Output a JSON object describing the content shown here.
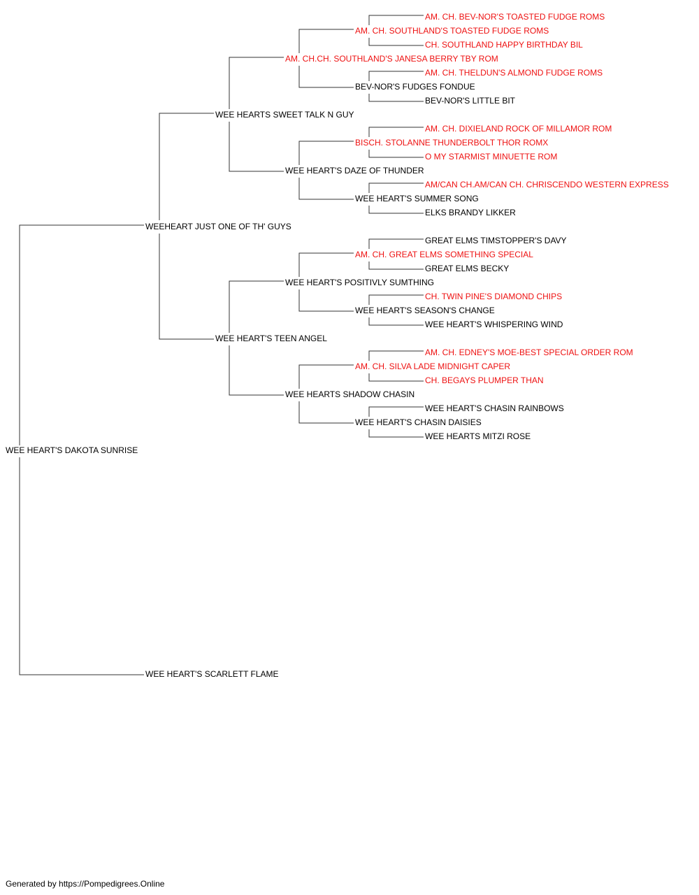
{
  "pedigree": {
    "subject": {
      "name": "WEE HEART'S DAKOTA SUNRISE",
      "titled": false
    },
    "sire": {
      "name": "WEEHEART JUST ONE OF TH' GUYS",
      "titled": false
    },
    "dam": {
      "name": "WEE HEART'S SCARLETT FLAME",
      "titled": false
    },
    "sire_sire": {
      "name": "WEE HEARTS SWEET TALK N GUY",
      "titled": false
    },
    "sire_dam": {
      "name": "WEE HEART'S TEEN ANGEL",
      "titled": false
    },
    "sss": {
      "name": "AM. CH.CH. SOUTHLAND'S JANESA BERRY TBY ROM",
      "titled": true
    },
    "ssd": {
      "name": "WEE HEART'S DAZE OF THUNDER",
      "titled": false
    },
    "sds": {
      "name": "WEE HEART'S POSITIVLY SUMTHING",
      "titled": false
    },
    "sdd": {
      "name": "WEE HEARTS SHADOW CHASIN",
      "titled": false
    },
    "ssss": {
      "name": "AM. CH. SOUTHLAND'S TOASTED FUDGE ROMS",
      "titled": true
    },
    "sssd": {
      "name": "BEV-NOR'S FUDGES FONDUE",
      "titled": false
    },
    "ssds": {
      "name": "BISCH. STOLANNE THUNDERBOLT THOR ROMX",
      "titled": true
    },
    "ssdd": {
      "name": "WEE HEART'S SUMMER SONG",
      "titled": false
    },
    "sdss": {
      "name": "AM. CH. GREAT ELMS SOMETHING SPECIAL",
      "titled": true
    },
    "sdsd": {
      "name": "WEE HEART'S SEASON'S CHANGE",
      "titled": false
    },
    "sdds": {
      "name": "AM. CH. SILVA LADE MIDNIGHT CAPER",
      "titled": true
    },
    "sddd": {
      "name": "WEE HEART'S CHASIN DAISIES",
      "titled": false
    },
    "sssss": {
      "name": "AM. CH. BEV-NOR'S TOASTED FUDGE ROMS",
      "titled": true
    },
    "ssssd": {
      "name": "CH. SOUTHLAND HAPPY BIRTHDAY BIL",
      "titled": true
    },
    "sssds": {
      "name": "AM. CH. THELDUN'S ALMOND FUDGE ROMS",
      "titled": true
    },
    "sssdd": {
      "name": "BEV-NOR'S LITTLE BIT",
      "titled": false
    },
    "ssdss": {
      "name": "AM. CH. DIXIELAND ROCK OF MILLAMOR ROM",
      "titled": true
    },
    "ssdsd": {
      "name": "O MY STARMIST MINUETTE ROM",
      "titled": true
    },
    "ssdds": {
      "name": "AM/CAN CH.AM/CAN CH. CHRISCENDO WESTERN EXPRESS",
      "titled": true
    },
    "ssddd": {
      "name": "ELKS BRANDY LIKKER",
      "titled": false
    },
    "sdsss": {
      "name": "GREAT ELMS TIMSTOPPER'S DAVY",
      "titled": false
    },
    "sdssd": {
      "name": "GREAT ELMS BECKY",
      "titled": false
    },
    "sdsds": {
      "name": "CH. TWIN PINE'S DIAMOND CHIPS",
      "titled": true
    },
    "sdsdd": {
      "name": "WEE HEART'S WHISPERING WIND",
      "titled": false
    },
    "sddss": {
      "name": "AM. CH. EDNEY'S MOE-BEST SPECIAL ORDER ROM",
      "titled": true
    },
    "sddsd": {
      "name": "CH. BEGAYS PLUMPER THAN",
      "titled": true
    },
    "sddds": {
      "name": "WEE HEART'S CHASIN RAINBOWS",
      "titled": false
    },
    "sdddd": {
      "name": "WEE HEARTS MITZI ROSE",
      "titled": false
    }
  },
  "colors": {
    "titled": "#ee1111",
    "untitled": "#000000",
    "connector": "#333333"
  },
  "footer": {
    "text": "Generated by https://Pompedigrees.Online"
  }
}
